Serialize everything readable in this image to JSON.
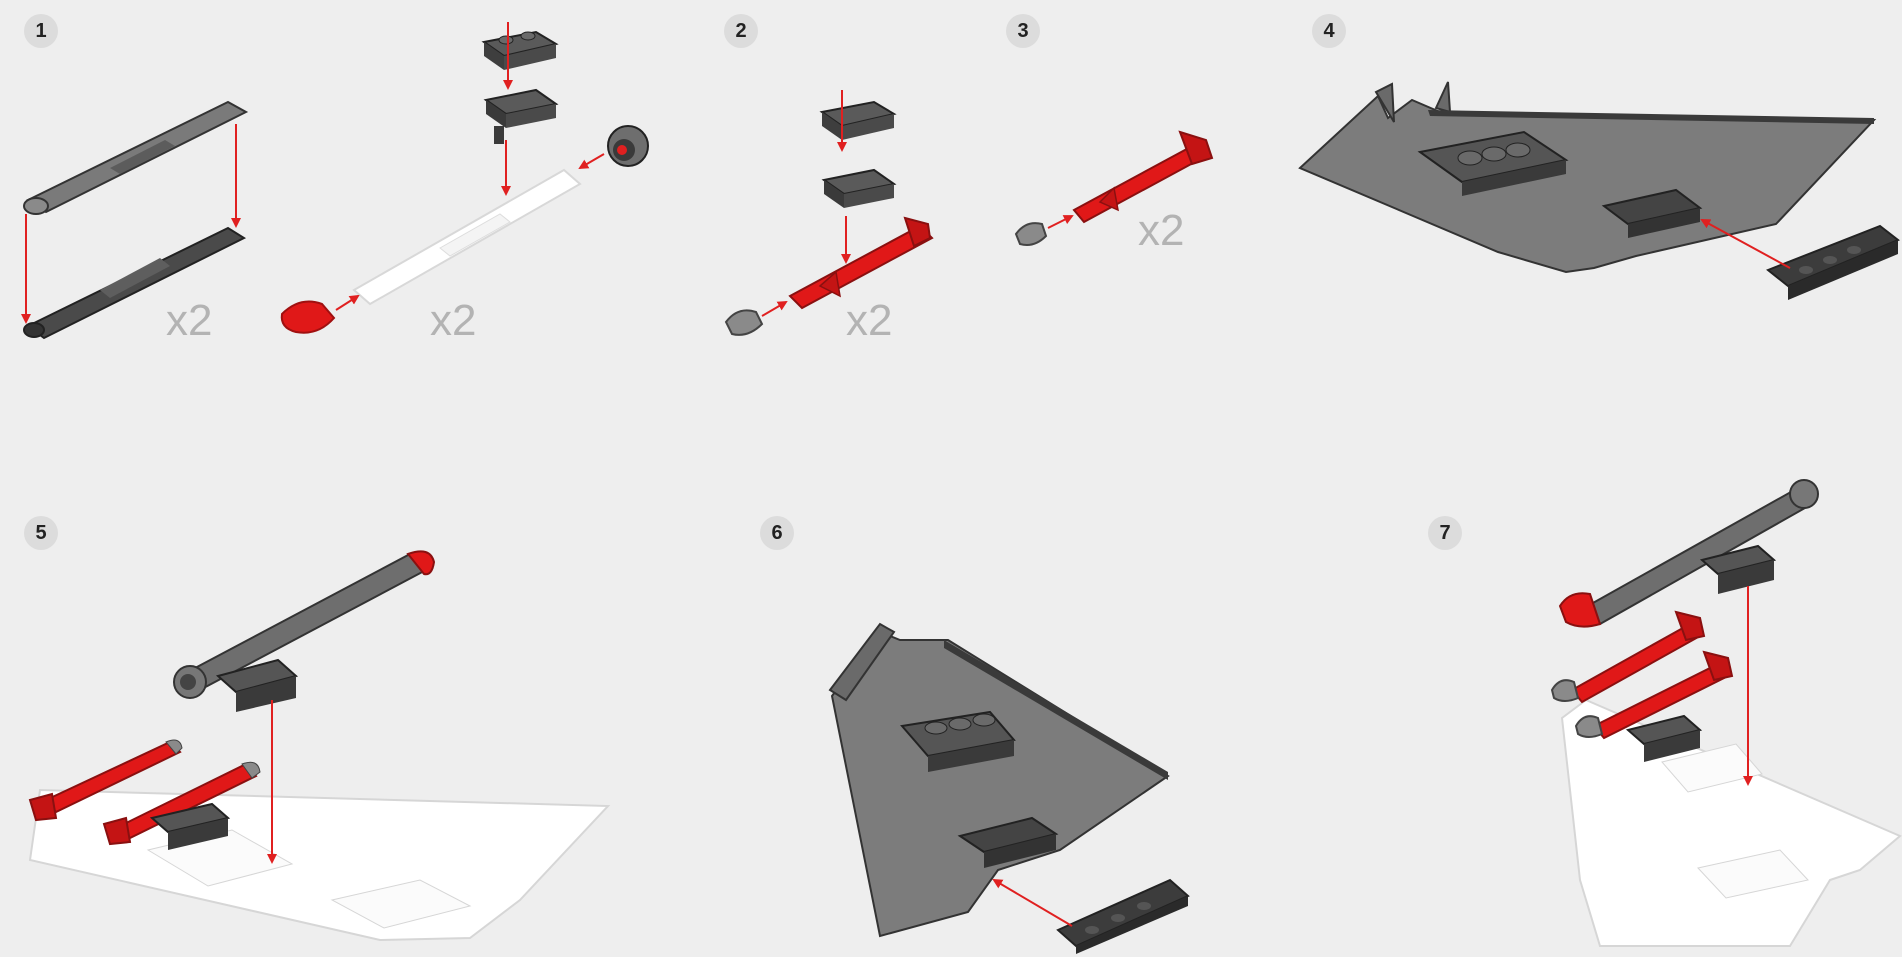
{
  "colors": {
    "background": "#eeeeee",
    "part_gray": "#6e6e6e",
    "part_gray_light": "#8c8c8c",
    "part_dark": "#3a3a3a",
    "part_red": "#e01818",
    "ghost": "#ffffff",
    "arrow": "#e02020",
    "badge": "#dcdcdc",
    "multiplier_text": "#b3b3b3"
  },
  "steps": [
    {
      "number": "1",
      "multipliers": [
        "x2",
        "x2"
      ]
    },
    {
      "number": "2",
      "multipliers": [
        "x2"
      ]
    },
    {
      "number": "3",
      "multipliers": [
        "x2"
      ]
    },
    {
      "number": "4",
      "multipliers": []
    },
    {
      "number": "5",
      "multipliers": []
    },
    {
      "number": "6",
      "multipliers": []
    },
    {
      "number": "7",
      "multipliers": []
    }
  ]
}
